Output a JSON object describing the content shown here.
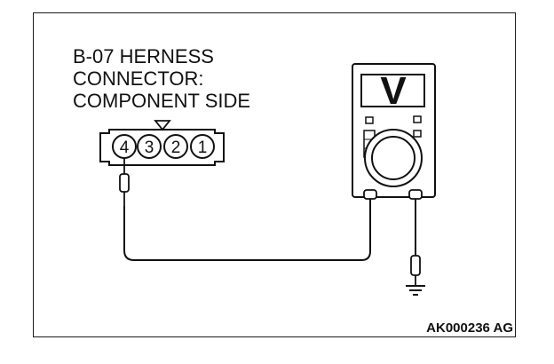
{
  "diagram": {
    "title_lines": [
      "B-07 HERNESS",
      "CONNECTOR:",
      "COMPONENT SIDE"
    ],
    "connector_pins": [
      "4",
      "3",
      "2",
      "1"
    ],
    "meter_display": "V",
    "figure_code": "AK000236 AG"
  }
}
